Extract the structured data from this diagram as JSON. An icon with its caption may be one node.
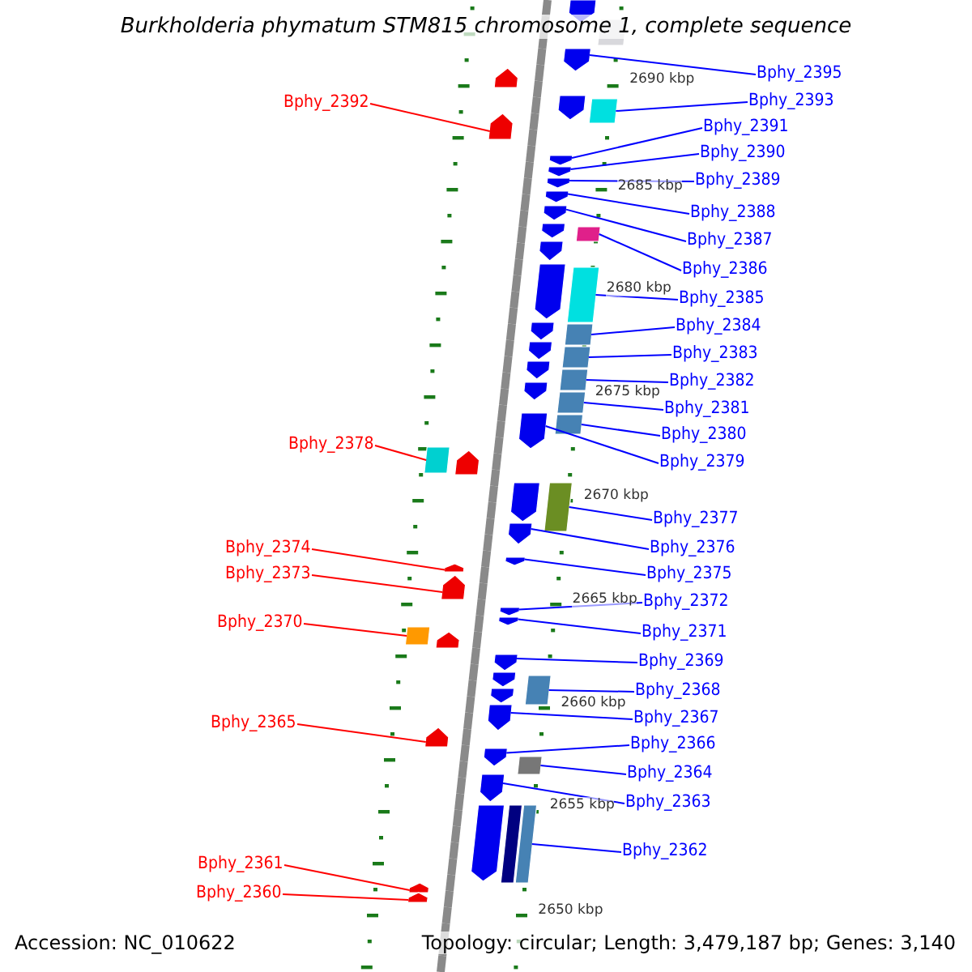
{
  "diagram": {
    "title": "Burkholderia phymatum STM815 chromosome 1, complete sequence",
    "nodes": [
      {
        "text": [
          "Bphy_2395"
        ]
      },
      {
        "text": [
          "Bphy_2392"
        ]
      },
      {
        "text": [
          "Bphy_2393"
        ]
      },
      {
        "text": [
          "Bphy_2391"
        ]
      },
      {
        "text": [
          "Bphy_2390"
        ]
      },
      {
        "text": [
          "Bphy_2389"
        ]
      },
      {
        "text": [
          "Bphy_2388"
        ]
      },
      {
        "text": [
          "Bphy_2387"
        ]
      },
      {
        "text": [
          "Bphy_2386"
        ]
      },
      {
        "text": [
          "Bphy_2385"
        ]
      },
      {
        "text": [
          "Bphy_2384"
        ]
      },
      {
        "text": [
          "Bphy_2383"
        ]
      },
      {
        "text": [
          "Bphy_2382"
        ]
      },
      {
        "text": [
          "Bphy_2381"
        ]
      },
      {
        "text": [
          "Bphy_2380"
        ]
      },
      {
        "text": [
          "Bphy_2378"
        ]
      },
      {
        "text": [
          "Bphy_2379"
        ]
      },
      {
        "text": [
          "Bphy_2377"
        ]
      },
      {
        "text": [
          "Bphy_2374"
        ]
      },
      {
        "text": [
          "Bphy_2376"
        ]
      },
      {
        "text": [
          "Bphy_2373"
        ]
      },
      {
        "text": [
          "Bphy_2375"
        ]
      },
      {
        "text": [
          "Bphy_2372"
        ]
      },
      {
        "text": [
          "Bphy_2370"
        ]
      },
      {
        "text": [
          "Bphy_2371"
        ]
      },
      {
        "text": [
          "Bphy_2369"
        ]
      },
      {
        "text": [
          "Bphy_2368"
        ]
      },
      {
        "text": [
          "Bphy_2367"
        ]
      },
      {
        "text": [
          "Bphy_2365"
        ]
      },
      {
        "text": [
          "Bphy_2366"
        ]
      },
      {
        "text": [
          "Bphy_2364"
        ]
      },
      {
        "text": [
          "Bphy_2363"
        ]
      },
      {
        "text": [
          "Bphy_2362"
        ]
      },
      {
        "text": [
          "Bphy_2361"
        ]
      },
      {
        "text": [
          "Bphy_2360"
        ]
      },
      {
        "text": [],
        "shape": "pentagon"
      },
      {
        "text": [],
        "shape": "pentagon"
      },
      {
        "text": [],
        "shape": "box"
      },
      {
        "text": [],
        "shape": "pentagon"
      },
      {
        "text": [],
        "shape": "pentagon"
      },
      {
        "text": [],
        "shape": "pentagon"
      },
      {
        "text": [],
        "shape": "pentagon"
      },
      {
        "text": [],
        "shape": "pentagon"
      },
      {
        "text": [],
        "shape": "box"
      },
      {
        "text": [],
        "shape": "box"
      },
      {
        "text": [],
        "shape": "box"
      },
      {
        "text": [],
        "shape": "box"
      },
      {
        "text": [],
        "shape": "box"
      },
      {
        "text": [],
        "shape": "box"
      },
      {
        "text": [],
        "shape": "box"
      },
      {
        "text": [],
        "shape": "box"
      },
      {
        "text": [],
        "shape": "pentagon"
      },
      {
        "text": [],
        "shape": "box"
      },
      {
        "text": [],
        "shape": "pentagon"
      },
      {
        "text": [],
        "shape": "pentagon"
      },
      {
        "text": [],
        "shape": "pentagon"
      },
      {
        "text": [],
        "shape": "pentagon"
      },
      {
        "text": [],
        "shape": "pentagon"
      },
      {
        "text": [],
        "shape": "box"
      },
      {
        "text": [],
        "shape": "pentagon"
      },
      {
        "text": [],
        "shape": "pentagon"
      },
      {
        "text": [],
        "shape": "box"
      },
      {
        "text": [],
        "shape": "pentagon"
      },
      {
        "text": [],
        "shape": "pentagon"
      },
      {
        "text": [],
        "shape": "pentagon"
      },
      {
        "text": [],
        "shape": "box"
      },
      {
        "text": [],
        "shape": "pentagon"
      },
      {
        "text": [],
        "shape": "box"
      },
      {
        "text": [],
        "shape": "pentagon"
      },
      {
        "text": [],
        "shape": "pentagon"
      },
      {
        "text": [],
        "shape": "pentagon"
      },
      {
        "text": [],
        "shape": "box"
      },
      {
        "text": [],
        "shape": "pentagon"
      },
      {
        "text": [],
        "shape": "pentagon"
      },
      {
        "text": [],
        "shape": "pentagon"
      },
      {
        "text": [],
        "shape": "pentagon"
      },
      {
        "text": [],
        "shape": "pentagon"
      },
      {
        "text": [],
        "shape": "pentagon"
      },
      {
        "text": [],
        "shape": "pentagon"
      },
      {
        "text": [],
        "shape": "pentagon"
      },
      {
        "text": [],
        "shape": "pentagon"
      },
      {
        "text": [],
        "shape": "pentagon"
      },
      {
        "text": [],
        "shape": "pentagon"
      },
      {
        "text": [],
        "shape": "pentagon"
      },
      {
        "text": [],
        "shape": "pentagon"
      },
      {
        "text": [],
        "shape": "pentagon"
      },
      {
        "text": [],
        "shape": "pentagon"
      },
      {
        "text": [],
        "shape": "box"
      }
    ],
    "edges": [
      {
        "from": 0,
        "to": 35,
        "arrow": "none"
      },
      {
        "from": 1,
        "to": 36,
        "arrow": "none",
        "color": "#ff0000"
      },
      {
        "from": 2,
        "to": 37,
        "arrow": "none"
      },
      {
        "from": 3,
        "to": 38,
        "arrow": "none"
      },
      {
        "from": 4,
        "to": 39,
        "arrow": "none"
      },
      {
        "from": 5,
        "to": 40,
        "arrow": "none"
      },
      {
        "from": 6,
        "to": 41,
        "arrow": "none"
      },
      {
        "from": 7,
        "to": 42,
        "arrow": "none"
      },
      {
        "from": 8,
        "to": 43,
        "arrow": "none"
      },
      {
        "from": 9,
        "to": 44,
        "arrow": "none"
      },
      {
        "from": 10,
        "to": 45,
        "arrow": "none"
      },
      {
        "from": 11,
        "to": 46,
        "arrow": "none"
      },
      {
        "from": 12,
        "to": 47,
        "arrow": "none"
      },
      {
        "from": 13,
        "to": 48,
        "arrow": "none"
      },
      {
        "from": 14,
        "to": 49,
        "arrow": "none"
      },
      {
        "from": 15,
        "to": 50,
        "arrow": "none",
        "color": "#ff0000"
      },
      {
        "from": 16,
        "to": 51,
        "arrow": "none"
      },
      {
        "from": 17,
        "to": 52,
        "arrow": "none"
      },
      {
        "from": 18,
        "to": 53,
        "arrow": "none",
        "color": "#ff0000"
      },
      {
        "from": 19,
        "to": 54,
        "arrow": "none"
      },
      {
        "from": 20,
        "to": 55,
        "arrow": "none",
        "color": "#ff0000"
      },
      {
        "from": 21,
        "to": 56,
        "arrow": "none"
      },
      {
        "from": 22,
        "to": 57,
        "arrow": "none"
      },
      {
        "from": 23,
        "to": 58,
        "arrow": "none",
        "color": "#ff0000"
      },
      {
        "from": 24,
        "to": 59,
        "arrow": "none"
      },
      {
        "from": 25,
        "to": 60,
        "arrow": "none"
      },
      {
        "from": 26,
        "to": 61,
        "arrow": "none"
      },
      {
        "from": 27,
        "to": 62,
        "arrow": "none"
      },
      {
        "from": 28,
        "to": 63,
        "arrow": "none",
        "color": "#ff0000"
      },
      {
        "from": 29,
        "to": 64,
        "arrow": "none"
      },
      {
        "from": 30,
        "to": 65,
        "arrow": "none"
      },
      {
        "from": 31,
        "to": 66,
        "arrow": "none"
      },
      {
        "from": 32,
        "to": 67,
        "arrow": "none"
      },
      {
        "from": 33,
        "to": 68,
        "arrow": "none",
        "color": "#ff0000"
      },
      {
        "from": 34,
        "to": 69,
        "arrow": "none",
        "color": "#ff0000"
      }
    ],
    "labels": [
      "2690 kbp",
      "2685 kbp",
      "2680 kbp",
      "2675 kbp",
      "2670 kbp",
      "2665 kbp",
      "2660 kbp",
      "2655 kbp",
      "2650 kbp",
      "Accession: NC_010622",
      "Topology: circular; Length: 3,479,187 bp; Genes: 3,140"
    ]
  }
}
